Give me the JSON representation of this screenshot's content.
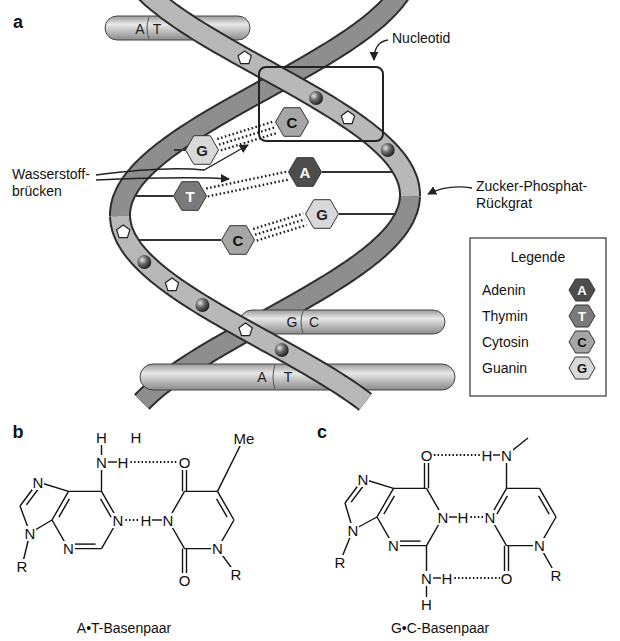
{
  "diagram": {
    "nodes": [
      {
        "text": [
          "Nucleotid"
        ]
      },
      {
        "text": [
          "C"
        ],
        "in": 0
      },
      {
        "text": [
          "G"
        ]
      },
      {
        "text": [
          "T"
        ]
      },
      {
        "text": [
          "A"
        ]
      },
      {
        "text": [
          "C"
        ]
      },
      {
        "text": [
          "G"
        ]
      }
    ],
    "edges": [
      {
        "from": 2,
        "to": 1,
        "arrow": "none"
      },
      {
        "from": 3,
        "to": 4,
        "arrow": "none"
      },
      {
        "from": 5,
        "to": 6,
        "arrow": "none"
      }
    ],
    "labels": [
      "a",
      "A",
      "T",
      "Wasserstoff- brücken",
      "Zucker-Phosphat- Rückgrat",
      "G",
      "C",
      "A",
      "T",
      "Legende",
      "A",
      "T",
      "C",
      "G",
      "b",
      "H",
      "H",
      "N",
      "H",
      "O",
      "Me",
      "N",
      "N",
      "N",
      "N",
      "H",
      "N",
      "R",
      "N",
      "O",
      "R",
      "A•T-Basenpaar",
      "c",
      "N",
      "O",
      "H",
      "N",
      "N",
      "N",
      "H",
      "N",
      "R",
      "N",
      "N",
      "H",
      "O",
      "H",
      "N",
      "R",
      "G•C-Basenpaar"
    ],
    "legend": [
      {
        "text": "Adenin",
        "color": "#4d4d4d"
      },
      {
        "text": "Thymin",
        "color": "#7a7a7a"
      },
      {
        "text": "Cytosin",
        "color": "#a6a6a6"
      },
      {
        "text": "Guanin",
        "color": "#d9d9d9"
      }
    ]
  }
}
